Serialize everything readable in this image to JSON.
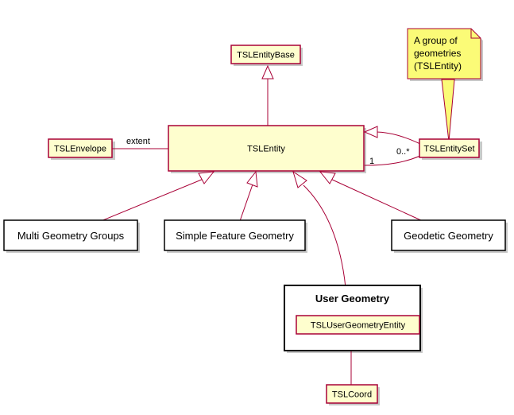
{
  "diagram": {
    "classes": {
      "entity_base": "TSLEntityBase",
      "entity": "TSLEntity",
      "envelope": "TSLEnvelope",
      "entity_set": "TSLEntitySet",
      "user_geometry_entity": "TSLUserGeometryEntity",
      "coord": "TSLCoord"
    },
    "groups": {
      "multi_geometry": "Multi Geometry Groups",
      "simple_feature": "Simple Feature Geometry",
      "geodetic": "Geodetic Geometry"
    },
    "package": {
      "title": "User Geometry"
    },
    "note": {
      "lines": [
        "A group of",
        "geometries",
        "(TSLEntity)"
      ]
    },
    "labels": {
      "extent": "extent",
      "multiplicity_one": "1",
      "multiplicity_many": "0..*"
    },
    "colors": {
      "class_fill": "#FEFECE",
      "class_border": "#A80036",
      "note_fill": "#FBFB77",
      "line": "#A80036"
    }
  }
}
